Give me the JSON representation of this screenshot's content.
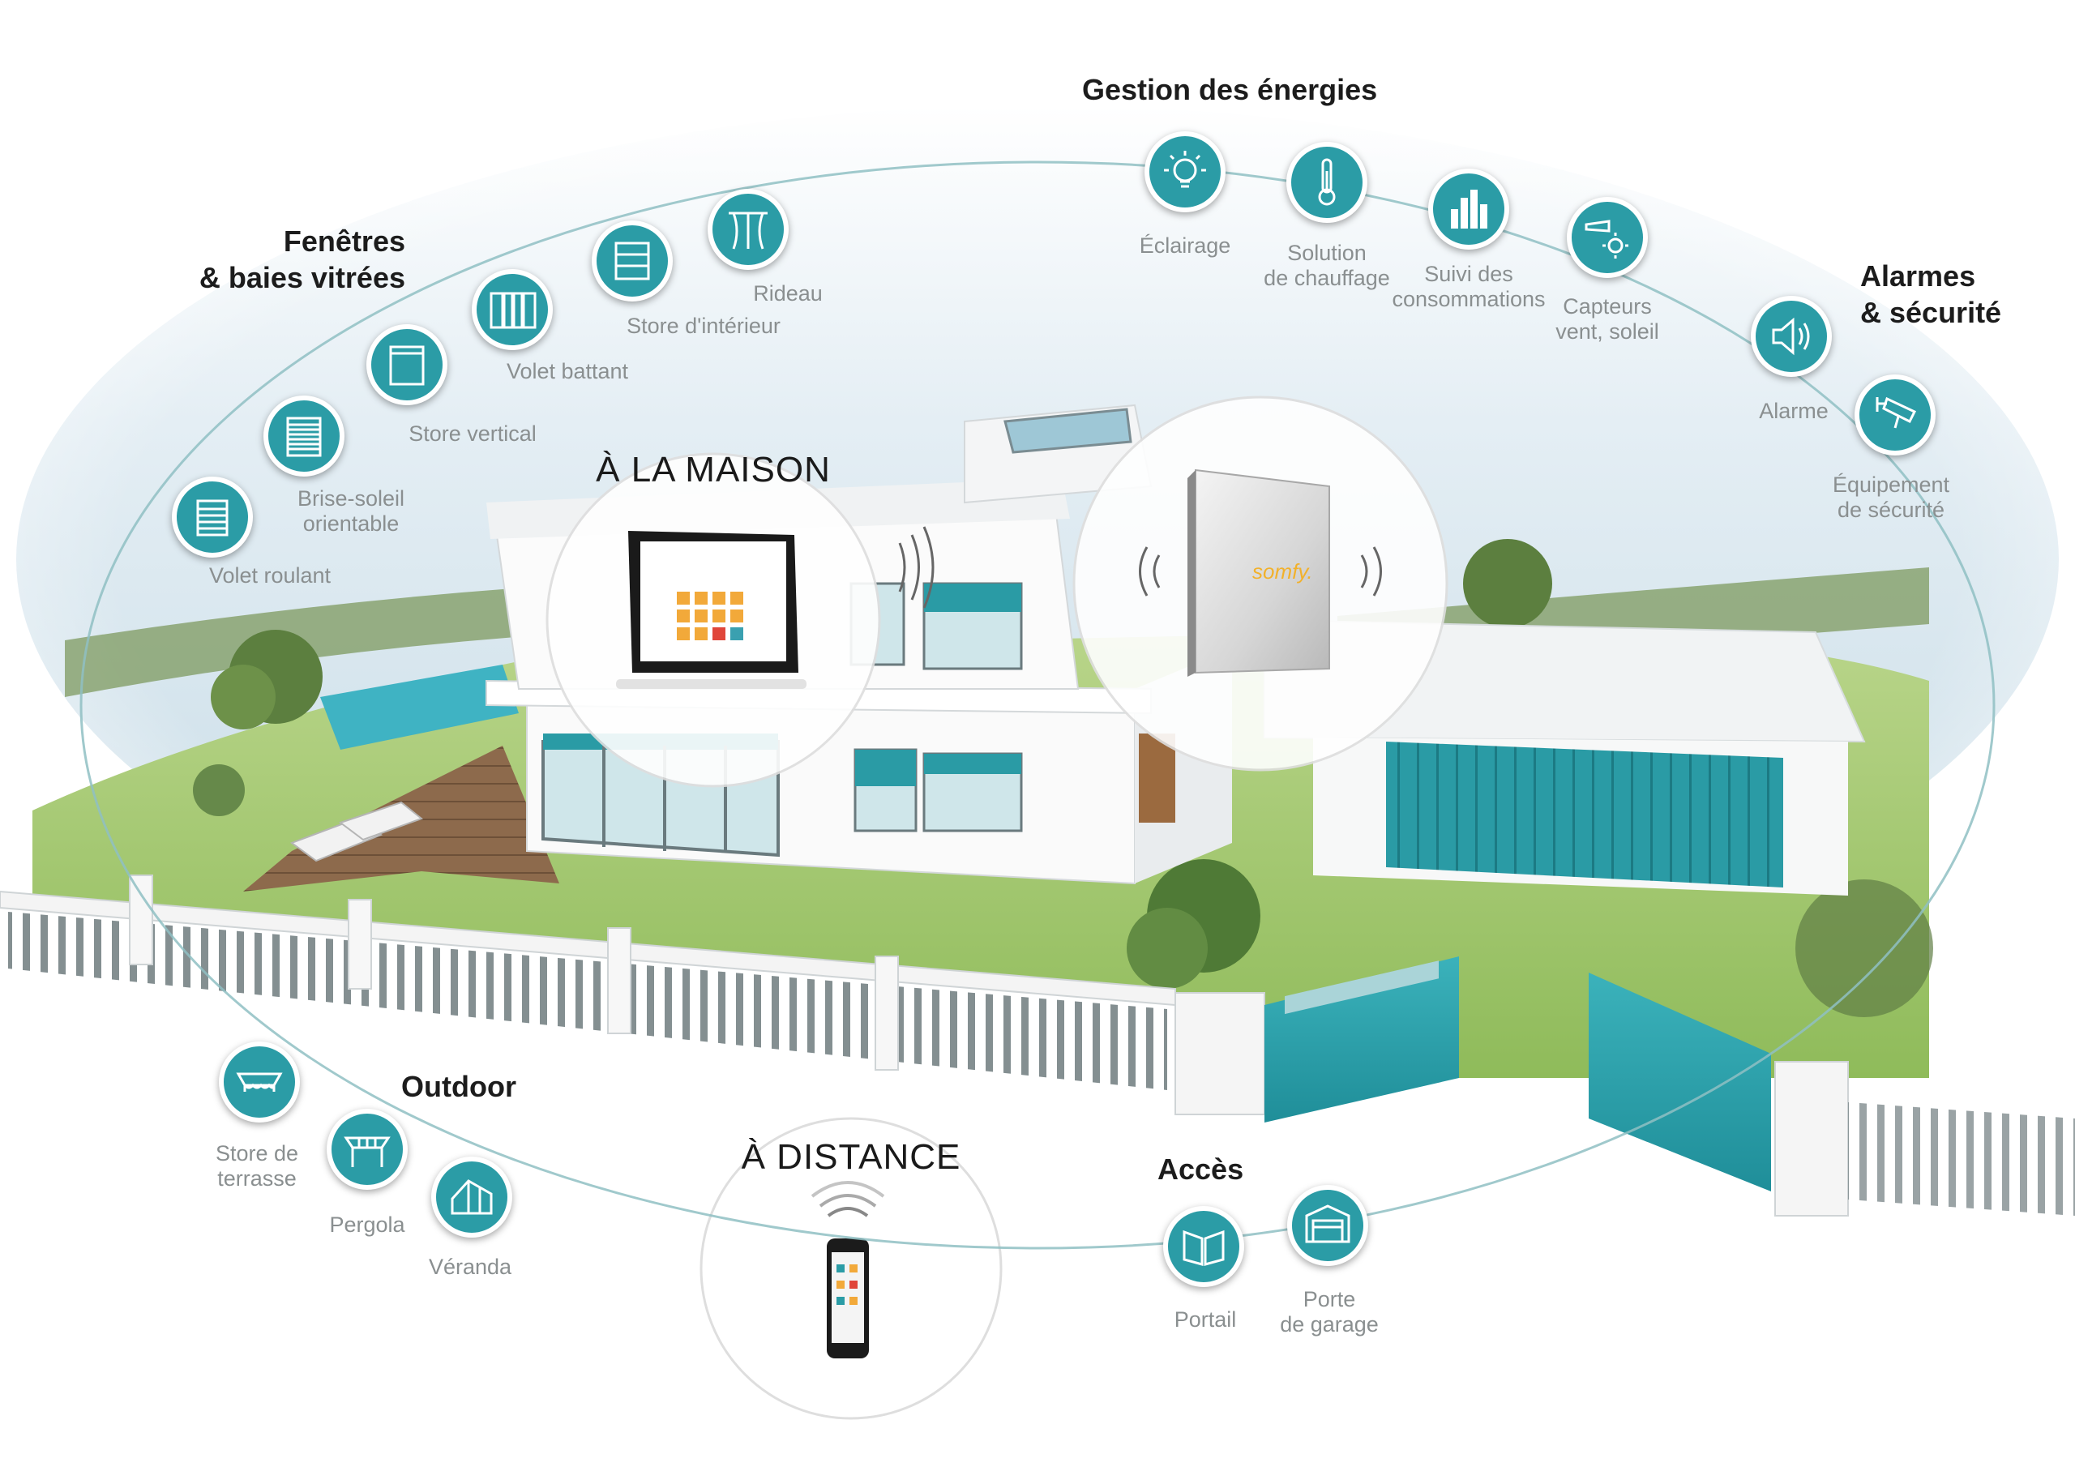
{
  "colors": {
    "accent": "#2b9ca6",
    "lawn": "#9fc56a",
    "sky": "#cfe2ec",
    "label": "#8a8f90",
    "heading": "#1c1c1c",
    "brand": "#f2b12b"
  },
  "groups": {
    "fenetres": "Fenêtres\n& baies vitrées",
    "energies": "Gestion des énergies",
    "alarmes": "Alarmes\n& sécurité",
    "outdoor": "Outdoor",
    "acces": "Accès"
  },
  "bubbles": {
    "maison": "À LA MAISON",
    "distance": "À DISTANCE"
  },
  "box_brand": "somfy.",
  "nodes": {
    "volet_roulant": {
      "label": "Volet roulant",
      "icon": "roller-shutter-icon"
    },
    "brise_soleil": {
      "label": "Brise-soleil\norientable",
      "icon": "sun-louver-icon"
    },
    "store_vertical": {
      "label": "Store vertical",
      "icon": "vertical-blind-icon"
    },
    "volet_battant": {
      "label": "Volet battant",
      "icon": "hinged-shutter-icon"
    },
    "store_interieur": {
      "label": "Store d'intérieur",
      "icon": "indoor-blind-icon"
    },
    "rideau": {
      "label": "Rideau",
      "icon": "curtain-icon"
    },
    "eclairage": {
      "label": "Éclairage",
      "icon": "light-bulb-icon"
    },
    "chauffage": {
      "label": "Solution\nde chauffage",
      "icon": "thermometer-icon"
    },
    "consommations": {
      "label": "Suivi des\nconsommations",
      "icon": "bar-chart-icon"
    },
    "capteurs": {
      "label": "Capteurs\nvent, soleil",
      "icon": "wind-sun-sensor-icon"
    },
    "alarme": {
      "label": "Alarme",
      "icon": "speaker-icon"
    },
    "equipement": {
      "label": "Équipement\nde sécurité",
      "icon": "security-camera-icon"
    },
    "store_terrasse": {
      "label": "Store de\nterrasse",
      "icon": "awning-icon"
    },
    "pergola": {
      "label": "Pergola",
      "icon": "pergola-icon"
    },
    "veranda": {
      "label": "Véranda",
      "icon": "veranda-icon"
    },
    "portail": {
      "label": "Portail",
      "icon": "gate-icon"
    },
    "porte_garage": {
      "label": "Porte\nde garage",
      "icon": "garage-door-icon"
    }
  }
}
